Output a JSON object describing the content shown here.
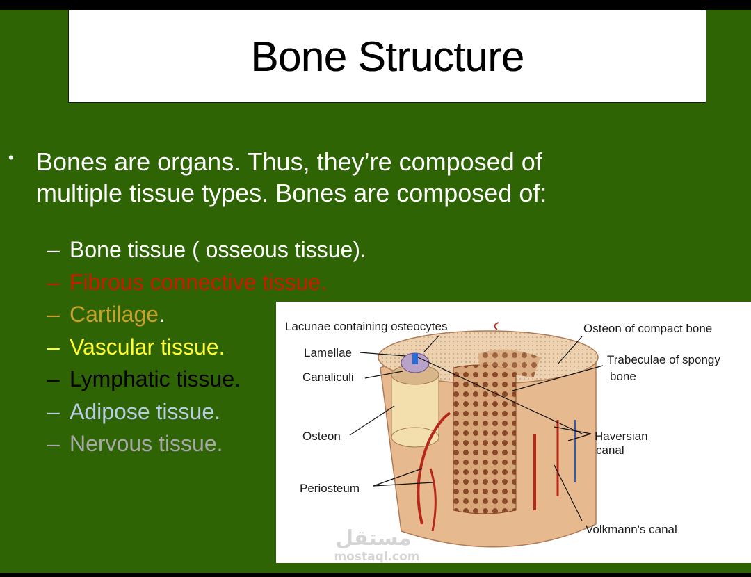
{
  "slide": {
    "title": "Bone Structure",
    "intro": "Bones are organs.  Thus, they’re composed of multiple tissue types. Bones are composed of:",
    "components": [
      {
        "dash": "–",
        "text": "Bone tissue ( osseous tissue).",
        "color": "#ffffff"
      },
      {
        "dash": "–",
        "text": "Fibrous connective tissue.",
        "color": "#cc1a00"
      },
      {
        "dash": "–",
        "text": "Cartilage",
        "suffix": ".",
        "color": "#c8a02a"
      },
      {
        "dash": "–",
        "text": "Vascular tissue.",
        "color": "#ffff33"
      },
      {
        "dash": "–",
        "text": "Lymphatic tissue.",
        "color": "#000000"
      },
      {
        "dash": "–",
        "text": "Adipose tissue.",
        "color": "#b8cce4"
      },
      {
        "dash": "–",
        "text": "Nervous tissue.",
        "color": "#a8a8a8"
      }
    ],
    "colors": {
      "background": "#2f6405",
      "title_box": "#ffffff"
    }
  },
  "diagram": {
    "labels": {
      "lacunae": "Lacunae containing osteocytes",
      "lamellae": "Lamellae",
      "canaliculi": "Canaliculi",
      "osteon": "Osteon",
      "periosteum": "Periosteum",
      "osteon_compact": "Osteon of compact bone",
      "trabeculae_1": "Trabeculae of spongy",
      "trabeculae_2": "bone",
      "haversian_1": "Haversian",
      "haversian_2": "canal",
      "volkmann": "Volkmann's canal"
    }
  },
  "watermark": {
    "arabic": "مستقل",
    "latin": "mostaql.com"
  }
}
